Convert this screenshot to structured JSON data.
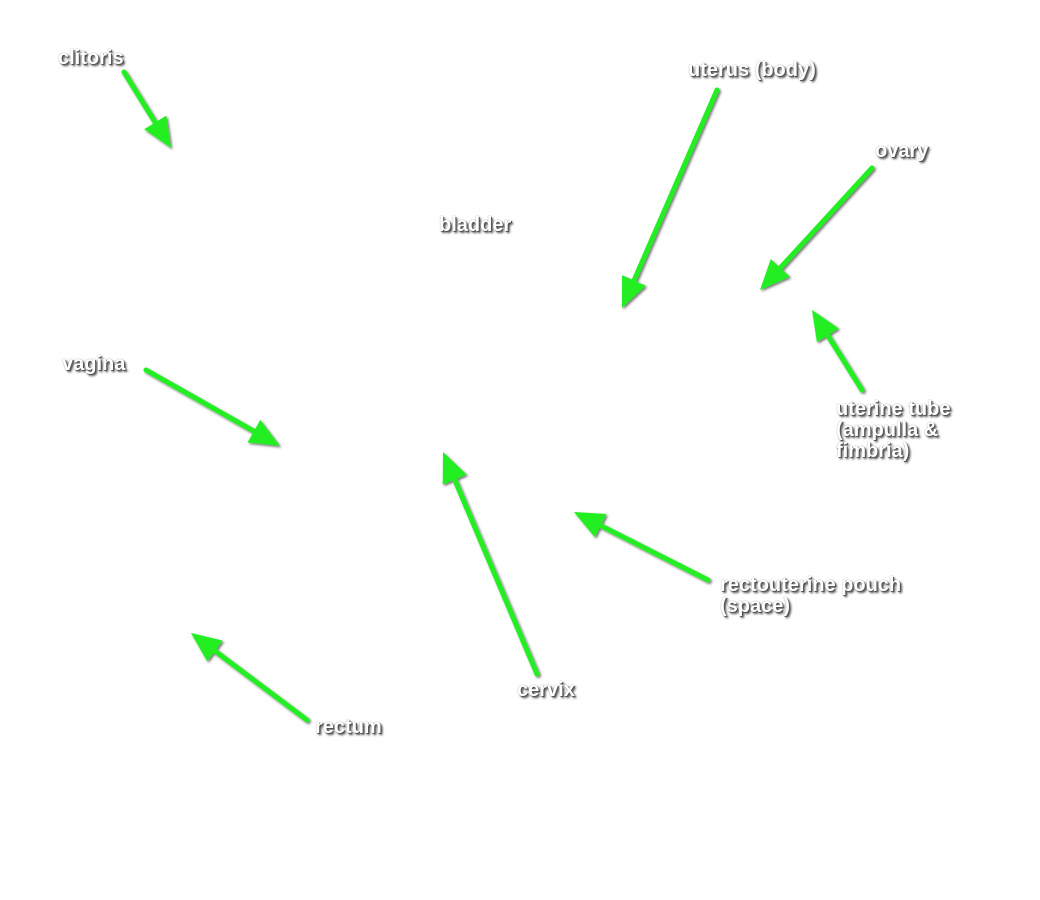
{
  "colors": {
    "background": "#ffffff",
    "arrow": "#22ee22",
    "label_text": "#ffffff",
    "label_shadow": "#555555"
  },
  "labels": {
    "clitoris": "clitoris",
    "uterus_body": "uterus (body)",
    "ovary": "ovary",
    "bladder": "bladder",
    "vagina": "vagina",
    "uterine_tube_line1": "uterine tube",
    "uterine_tube_line2": "(ampulla &",
    "uterine_tube_line3": "fimbria)",
    "rectouterine_line1": "rectouterine pouch",
    "rectouterine_line2": "(space)",
    "cervix": "cervix",
    "rectum": "rectum"
  }
}
